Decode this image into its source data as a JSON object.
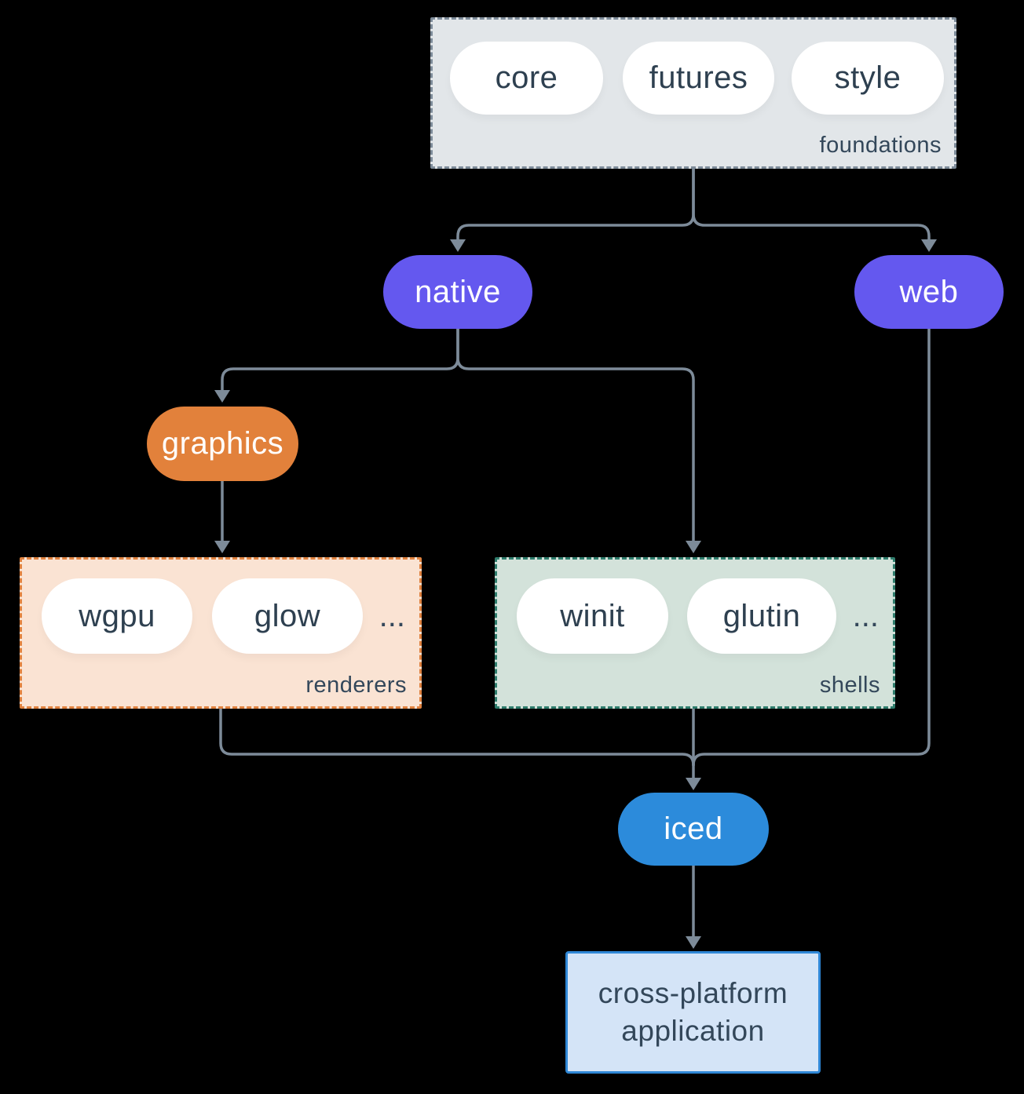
{
  "diagram_type": "architecture-flowchart",
  "background_color": "#000000",
  "connector_color": "#7d8b99",
  "text_color_dark": "#2e4050",
  "groups": {
    "foundations": {
      "label": "foundations",
      "pills": [
        "core",
        "futures",
        "style"
      ],
      "fill": "#e2e6e9",
      "border_color": "#7d8b99",
      "border_style": "dashed"
    },
    "renderers": {
      "label": "renderers",
      "pills": [
        "wgpu",
        "glow"
      ],
      "ellipsis": "...",
      "fill": "#fae3d3",
      "border_color": "#e0823f",
      "border_style": "dashed"
    },
    "shells": {
      "label": "shells",
      "pills": [
        "winit",
        "glutin"
      ],
      "ellipsis": "...",
      "fill": "#d3e2da",
      "border_color": "#2f7d6d",
      "border_style": "dashed"
    }
  },
  "nodes": {
    "native": {
      "label": "native",
      "fill": "#6458ef",
      "text_color": "#ffffff"
    },
    "web": {
      "label": "web",
      "fill": "#6458ef",
      "text_color": "#ffffff"
    },
    "graphics": {
      "label": "graphics",
      "fill": "#e2813b",
      "text_color": "#ffffff"
    },
    "iced": {
      "label": "iced",
      "fill": "#2c8bdb",
      "text_color": "#ffffff"
    }
  },
  "app": {
    "label": "cross-platform application",
    "fill": "#d4e4f7",
    "border_color": "#2f87d6"
  },
  "edges": [
    {
      "from": "foundations",
      "to": "native"
    },
    {
      "from": "foundations",
      "to": "web"
    },
    {
      "from": "native",
      "to": "graphics"
    },
    {
      "from": "native",
      "to": "shells"
    },
    {
      "from": "graphics",
      "to": "renderers"
    },
    {
      "from": "renderers",
      "to": "iced"
    },
    {
      "from": "shells",
      "to": "iced"
    },
    {
      "from": "web",
      "to": "iced"
    },
    {
      "from": "iced",
      "to": "cross-platform application"
    }
  ]
}
